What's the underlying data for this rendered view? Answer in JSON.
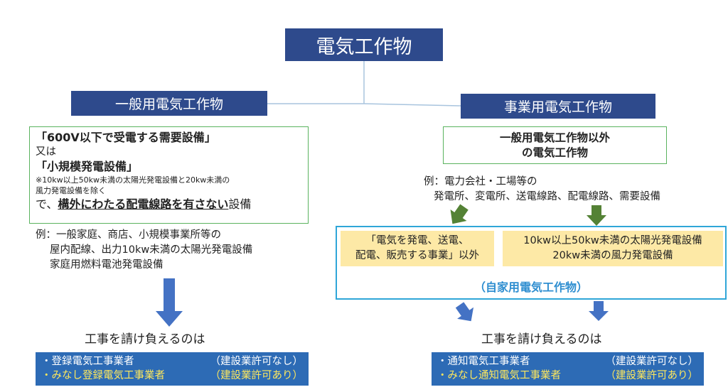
{
  "title": "電気工作物",
  "general": {
    "label": "一般用電気工作物",
    "def_line1": "「600V以下で受電する需要設備」",
    "def_line2": "又は",
    "def_line3": "「小規模発電設備」",
    "note_line1": "※10kw以上50kw未満の太陽光発電設備と20kw未満の",
    "note_line2": "風力発電設備を除く",
    "cond_pre": "で、",
    "cond_bold": "構外にわたる配電線路を有さない",
    "cond_post": "設備",
    "example_line1": "例：一般家庭、商店、小規模事業所等の",
    "example_line2": "屋内配線、出力10kw未満の太陽光発電設備",
    "example_line3": "家庭用燃料電池発電設備",
    "can_do": "工事を請け負えるのは",
    "result1_name": "・登録電気工事業者",
    "result1_note": "（建設業許可なし）",
    "result2_name": "・みなし登録電気工事業者",
    "result2_note": "（建設業許可あり）"
  },
  "business": {
    "label": "事業用電気工作物",
    "def_line1": "一般用電気工作物以外",
    "def_line2": "の電気工作物",
    "example_line1": "例：電力会社・工場等の",
    "example_line2": "発電所、変電所、送電線路、配電線路、需要設備",
    "left_box_line1": "「電気を発電、送電、",
    "left_box_line2": "配電、販売する事業」以外",
    "right_box_line1": "10kw以上50kw未満の太陽光発電設備",
    "right_box_line2": "20kw未満の風力発電設備",
    "self_use": "（自家用電気工作物）",
    "can_do": "工事を請け負えるのは",
    "result1_name": "・通知電気工事業者",
    "result1_note": "（建設業許可なし）",
    "result2_name": "・みなし通知電気工事業者",
    "result2_note": "（建設業許可あり）"
  },
  "colors": {
    "navy": "#2e4a8c",
    "result_blue": "#2d6bb5",
    "green_border": "#5ab35e",
    "cyan_border": "#2fa6d8",
    "yellow_fill": "#fde9a6",
    "arrow_green": "#548235",
    "arrow_blue": "#4472c4"
  }
}
